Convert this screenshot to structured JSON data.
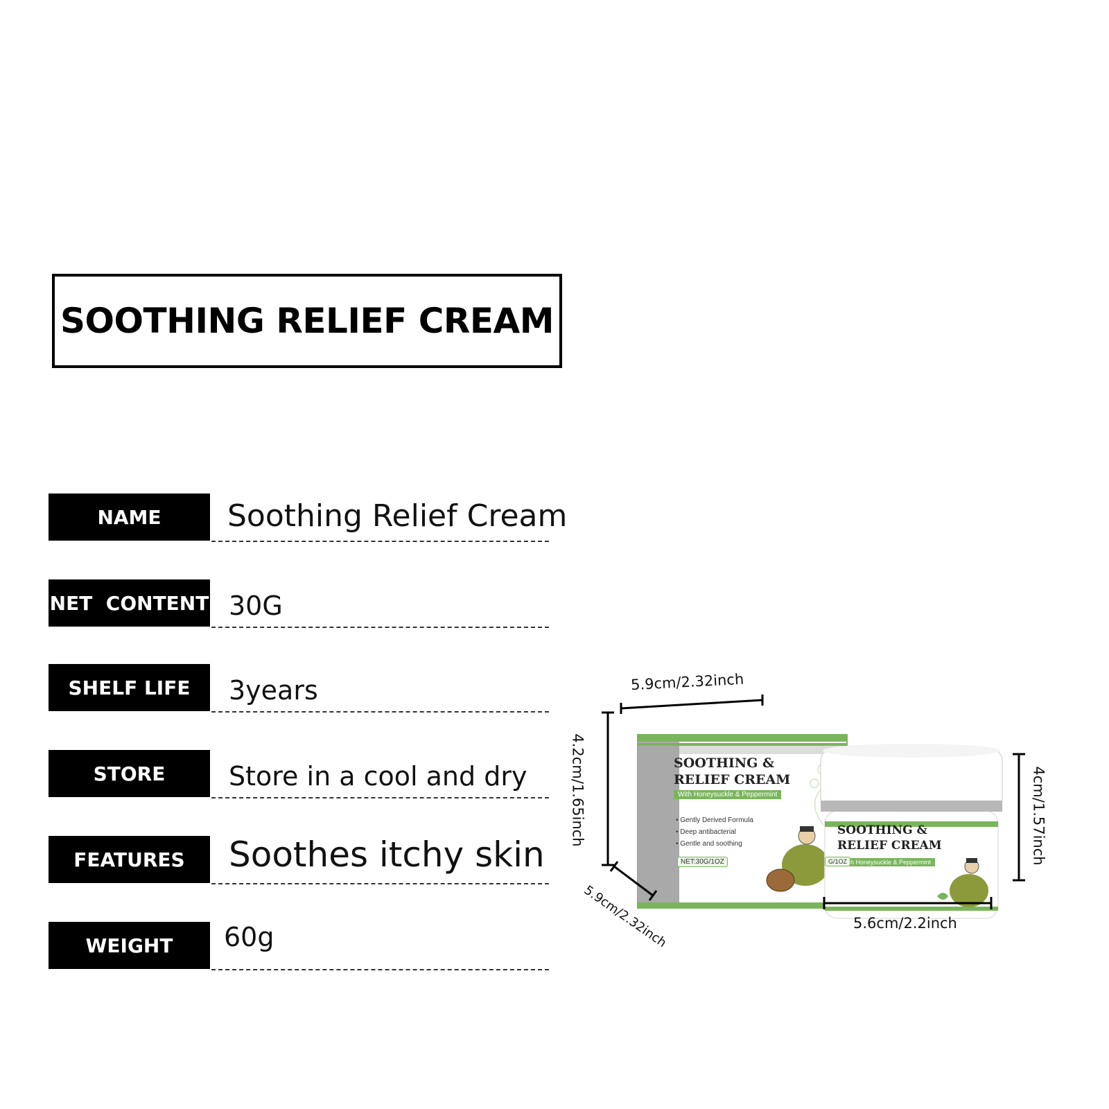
{
  "title": "SOOTHING RELIEF CREAM",
  "specs": [
    {
      "label": "NAME",
      "value": "Soothing Relief Cream"
    },
    {
      "label": "NET  CONTENT",
      "value": "30G"
    },
    {
      "label": "SHELF LIFE",
      "value": "3years"
    },
    {
      "label": "STORE",
      "value": "Store in a cool and dry"
    },
    {
      "label": "FEATURES",
      "value": "Soothes itchy skin"
    },
    {
      "label": "WEIGHT",
      "value": "60g"
    }
  ],
  "dimensions": {
    "box_width": "5.9cm/2.32inch",
    "box_height": "4.2cm/1.65inch",
    "box_depth": "5.9cm/2.32inch",
    "jar_width": "5.6cm/2.2inch",
    "jar_height": "4cm/1.57inch"
  },
  "packaging": {
    "box_title_line1": "SOOTHING &",
    "box_title_line2": "RELIEF CREAM",
    "box_subtitle": "With Honeysuckle & Peppermint",
    "box_bullets": [
      "Gently Derived Formula",
      "Deep antibacterial",
      "Gentle and soothing"
    ],
    "box_net": "NET:30G/1OZ",
    "jar_title_line1": "SOOTHING &",
    "jar_title_line2": "RELIEF CREAM",
    "jar_subtitle": "With Honeysuckle & Peppermint",
    "jar_net_fragment": "G/1OZ"
  },
  "colors": {
    "accent_green": "#7ab55c",
    "label_bg": "#000000",
    "box_side_gray": "#a9a9a9"
  },
  "icons": [
    "leaf-icon",
    "herbalist-figure-illustration",
    "honeysuckle-illustration"
  ]
}
